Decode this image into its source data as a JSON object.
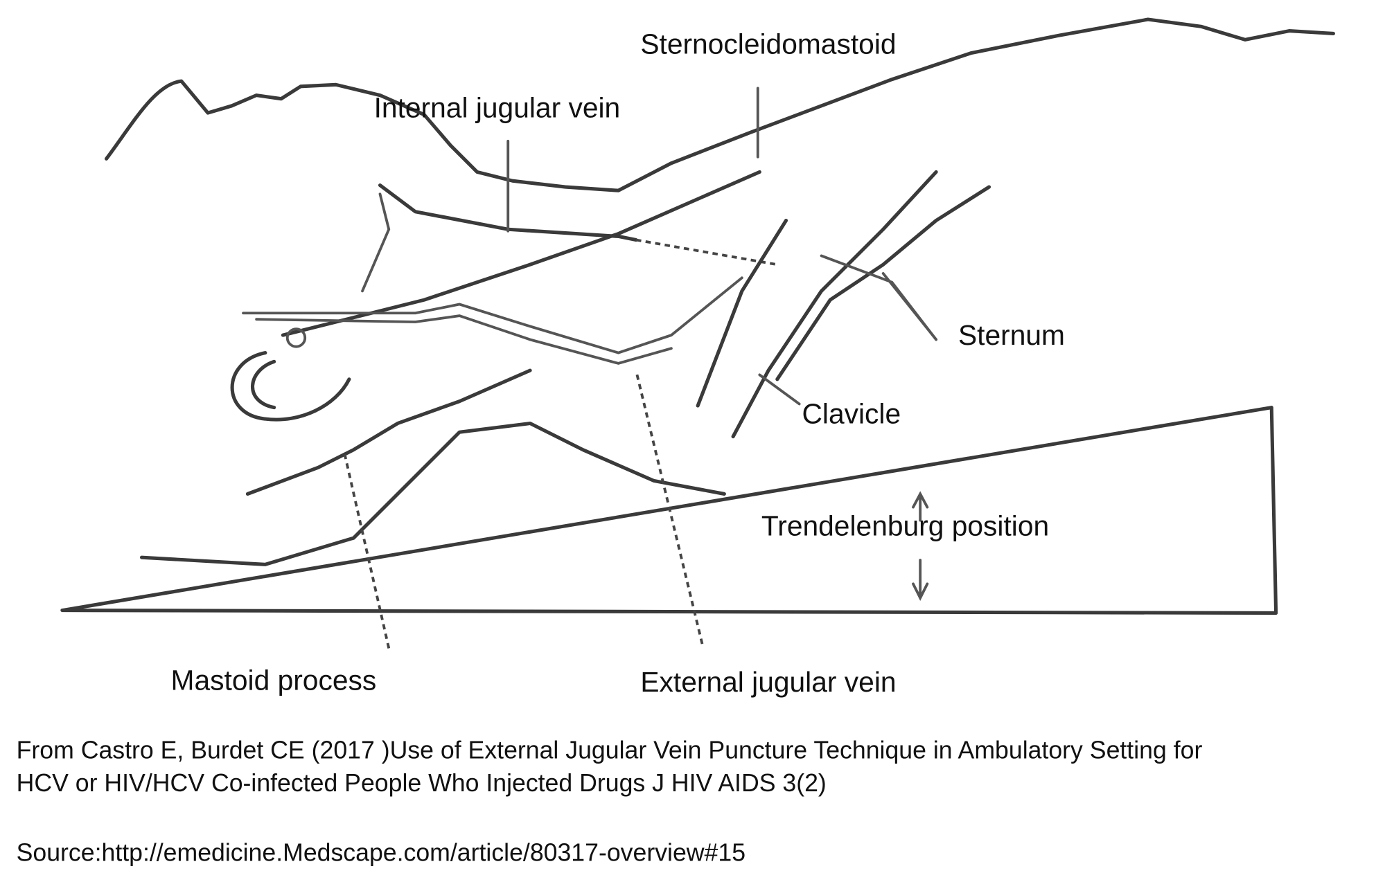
{
  "labels": {
    "sternocleidomastoid": "Sternocleidomastoid",
    "internal_jugular_vein": "Internal jugular vein",
    "sternum": "Sternum",
    "clavicle": "Clavicle",
    "trendelenburg": "Trendelenburg position",
    "mastoid_process": "Mastoid process",
    "external_jugular_vein": "External jugular vein"
  },
  "caption": {
    "line1": "From Castro E, Burdet CE (2017 )Use of External Jugular Vein Puncture Technique in Ambulatory Setting for",
    "line2": "HCV or HIV/HCV Co-infected People Who Injected Drugs J HIV AIDS 3(2)",
    "source": "Source:http://emedicine.Medscape.com/article/80317-overview#15"
  }
}
